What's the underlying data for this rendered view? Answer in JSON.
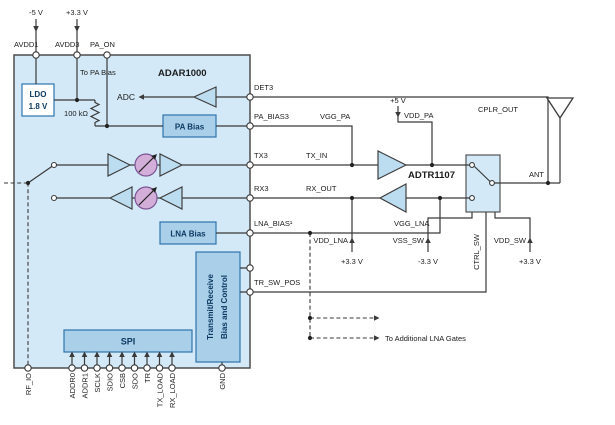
{
  "adar1000": {
    "title": "ADAR1000",
    "rails": {
      "avdd1_v": "-5 V",
      "avdd3_v": "+3.3 V"
    },
    "top_pins": {
      "avdd1": "AVDD1",
      "avdd3": "AVDD3",
      "pa_on": "PA_ON"
    },
    "internal": {
      "to_pa_bias": "To PA Bias",
      "ldo_l1": "LDO",
      "ldo_l2": "1.8 V",
      "resistor": "100 kΩ",
      "adc": "ADC",
      "pa_bias": "PA Bias",
      "lna_bias": "LNA Bias",
      "trc_l1": "Transmit/Receive",
      "trc_l2": "Bias and Control",
      "spi": "SPI"
    },
    "right_pins": {
      "det3": "DET3",
      "pa_bias3": "PA_BIAS3",
      "tx3": "TX3",
      "rx3": "RX3",
      "lna_bias1": "LNA_BIAS¹",
      "tr_sw_pos": "TR_SW_POS"
    },
    "bottom_pins": [
      "RF_IO",
      "ADDR0",
      "ADDR1",
      "SCLK",
      "SDIO",
      "CSB",
      "SDO",
      "TR",
      "TX_LOAD",
      "RX_LOAD",
      "GND"
    ]
  },
  "adtr1107": {
    "title": "ADTR1107",
    "pins": {
      "tx_in": "TX_IN",
      "rx_out": "RX_OUT",
      "vgg_pa": "VGG_PA",
      "vdd_pa": "VDD_PA",
      "cplr_out": "CPLR_OUT",
      "vgg_lna": "VGG_LNA",
      "vdd_lna": "VDD_LNA",
      "vss_sw": "VSS_SW",
      "ctrl_sw": "CTRL_SW",
      "vdd_sw": "VDD_SW",
      "ant": "ANT"
    },
    "rails": {
      "vdd_pa_v": "+5 V",
      "vdd_lna_v": "+3.3 V",
      "vss_sw_v": "-3.3 V",
      "vdd_sw_v": "+3.3 V"
    }
  },
  "notes": {
    "to_additional_lna_gates": "To Additional LNA Gates"
  },
  "colors": {
    "chip_fill": "#d3e9f7",
    "block_fill": "#a9cfe9",
    "block_stroke": "#2e74ad",
    "amp_fill": "#bcdcf0",
    "vga_fill": "#d2aed8",
    "wire": "#3a3a3a"
  }
}
